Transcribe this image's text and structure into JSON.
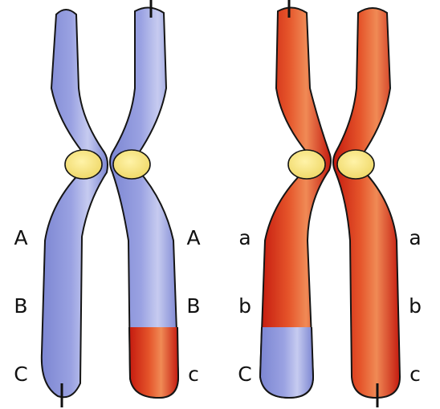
{
  "colors": {
    "maternal": "#8f98dc",
    "maternal_dark": "#6e78c8",
    "maternal_light": "#c3c8ef",
    "paternal": "#d81e12",
    "paternal_dark": "#b8160c",
    "paternal_light": "#ec7a45",
    "centromere": "#f6e27d",
    "outline": "#151515",
    "background": "#ffffff"
  },
  "chromosomes": [
    {
      "name": "blue-chromosome",
      "base_color": "maternal",
      "left_chromatid": {
        "alleles": [
          "A",
          "B",
          "C"
        ],
        "recombined_tip": null
      },
      "right_chromatid": {
        "alleles": [
          "A",
          "B",
          "c"
        ],
        "recombined_tip": "paternal"
      }
    },
    {
      "name": "red-chromosome",
      "base_color": "paternal",
      "left_chromatid": {
        "alleles": [
          "a",
          "b",
          "C"
        ],
        "recombined_tip": "maternal"
      },
      "right_chromatid": {
        "alleles": [
          "a",
          "b",
          "c"
        ],
        "recombined_tip": null
      }
    }
  ]
}
